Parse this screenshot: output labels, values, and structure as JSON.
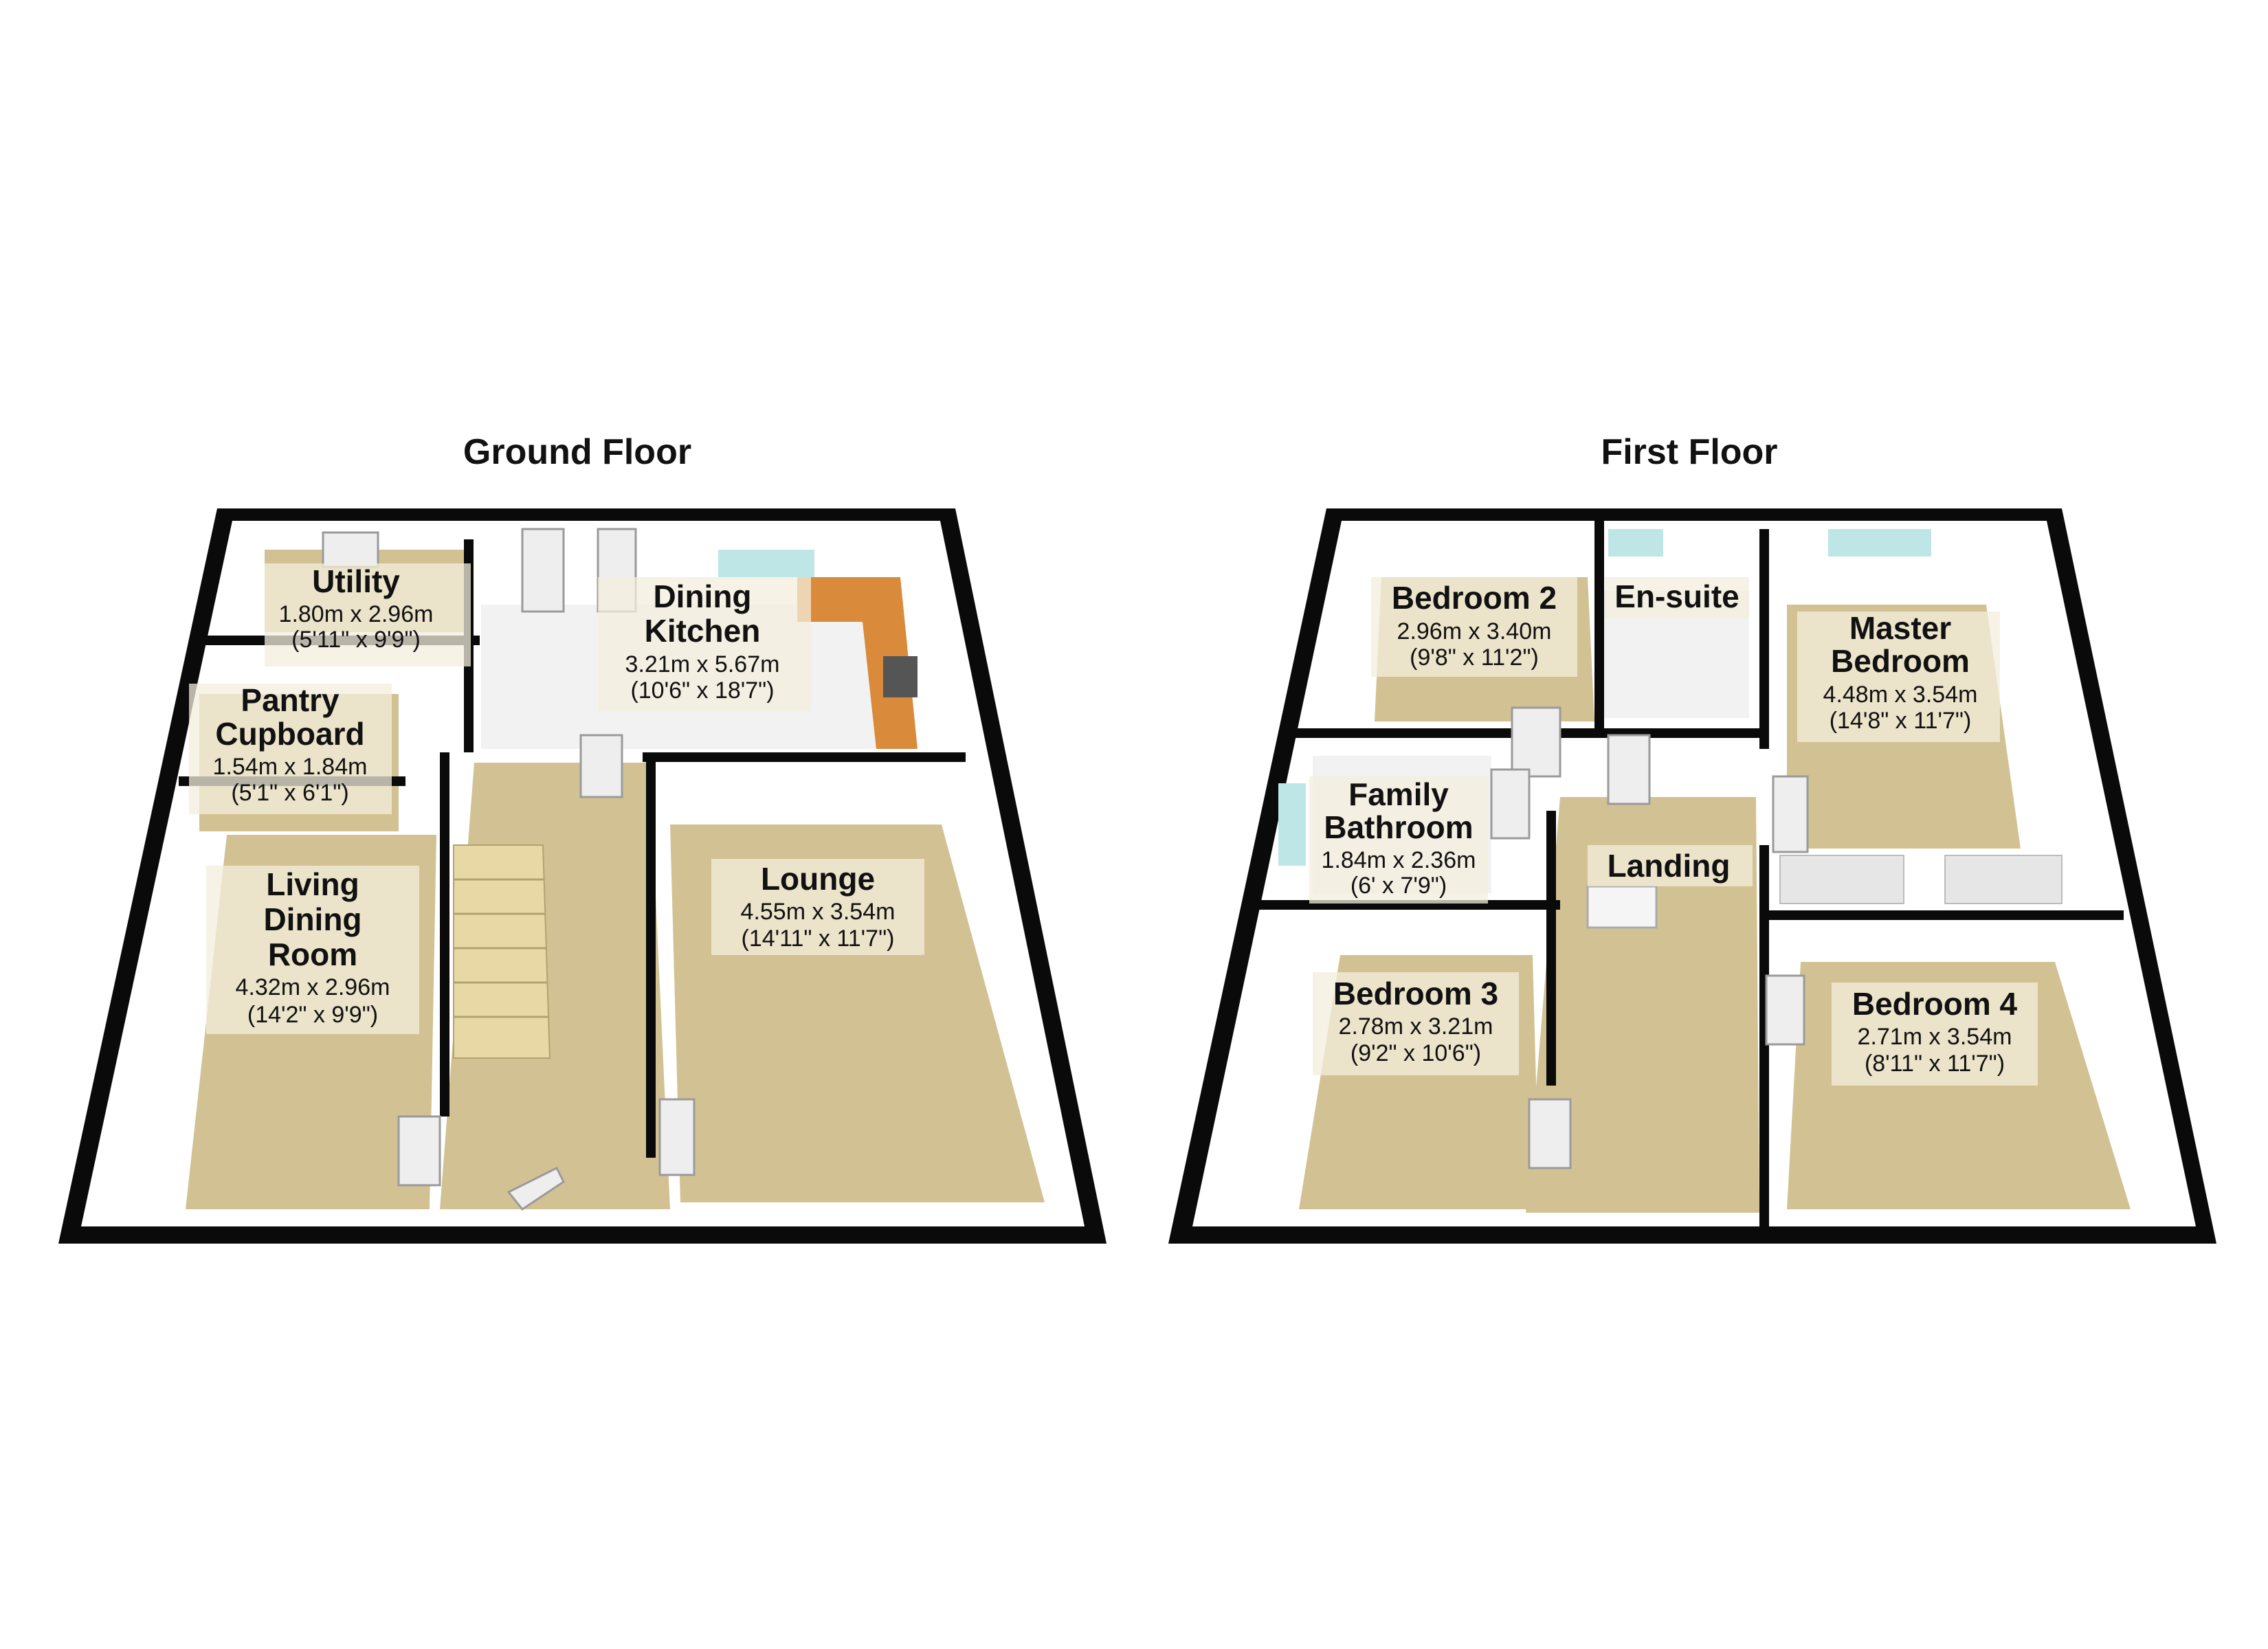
{
  "floors": [
    {
      "title": "Ground Floor",
      "rooms": [
        {
          "name": "Utility",
          "dims_m": "1.80m x 2.96m",
          "dims_ft": "(5'11\" x 9'9\")"
        },
        {
          "name": "Dining Kitchen",
          "name_lines": [
            "Dining",
            "Kitchen"
          ],
          "dims_m": "3.21m x 5.67m",
          "dims_ft": "(10'6\" x 18'7\")"
        },
        {
          "name": "Pantry Cupboard",
          "name_lines": [
            "Pantry",
            "Cupboard"
          ],
          "dims_m": "1.54m x 1.84m",
          "dims_ft": "(5'1\" x 6'1\")"
        },
        {
          "name": "Living Dining Room",
          "name_lines": [
            "Living",
            "Dining",
            "Room"
          ],
          "dims_m": "4.32m x 2.96m",
          "dims_ft": "(14'2\" x 9'9\")"
        },
        {
          "name": "Lounge",
          "dims_m": "4.55m x 3.54m",
          "dims_ft": "(14'11\" x 11'7\")"
        }
      ]
    },
    {
      "title": "First Floor",
      "rooms": [
        {
          "name": "Bedroom 2",
          "dims_m": "2.96m x 3.40m",
          "dims_ft": "(9'8\" x 11'2\")"
        },
        {
          "name": "En-suite"
        },
        {
          "name": "Master Bedroom",
          "name_lines": [
            "Master",
            "Bedroom"
          ],
          "dims_m": "4.48m x 3.54m",
          "dims_ft": "(14'8\" x 11'7\")"
        },
        {
          "name": "Family Bathroom",
          "name_lines": [
            "Family",
            "Bathroom"
          ],
          "dims_m": "1.84m x 2.36m",
          "dims_ft": "(6' x 7'9\")"
        },
        {
          "name": "Landing"
        },
        {
          "name": "Bedroom 3",
          "dims_m": "2.78m x 3.21m",
          "dims_ft": "(9'2\" x 10'6\")"
        },
        {
          "name": "Bedroom 4",
          "dims_m": "2.71m x 3.54m",
          "dims_ft": "(8'11\" x 11'7\")"
        }
      ]
    }
  ],
  "colors": {
    "wall": "#0a0a0a",
    "carpet": "#d2c293",
    "tile": "#f2f2f2",
    "worktop": "#d98a3a",
    "label_background": "#f3eddc"
  }
}
